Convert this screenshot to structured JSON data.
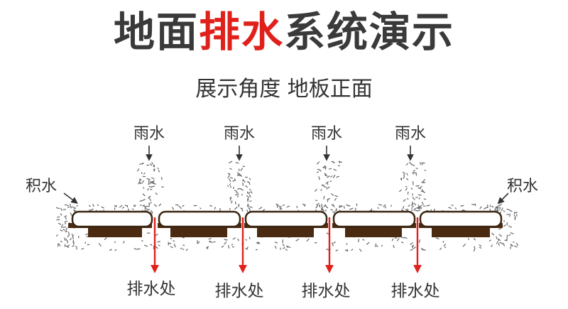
{
  "title": {
    "part1": "地面",
    "highlight": "排水",
    "part2": "系统演示"
  },
  "subtitle": "展示角度  地板正面",
  "labels": {
    "rain": [
      "雨水",
      "雨水",
      "雨水",
      "雨水"
    ],
    "ponding_left": "积水",
    "ponding_right": "积水",
    "drain": [
      "排水处",
      "排水处",
      "排水处",
      "排水处"
    ]
  },
  "colors": {
    "title_highlight": "#e0211b",
    "arrow": "#e0211b",
    "board_base": "#4a2a10",
    "board_face": "#ffffff"
  }
}
